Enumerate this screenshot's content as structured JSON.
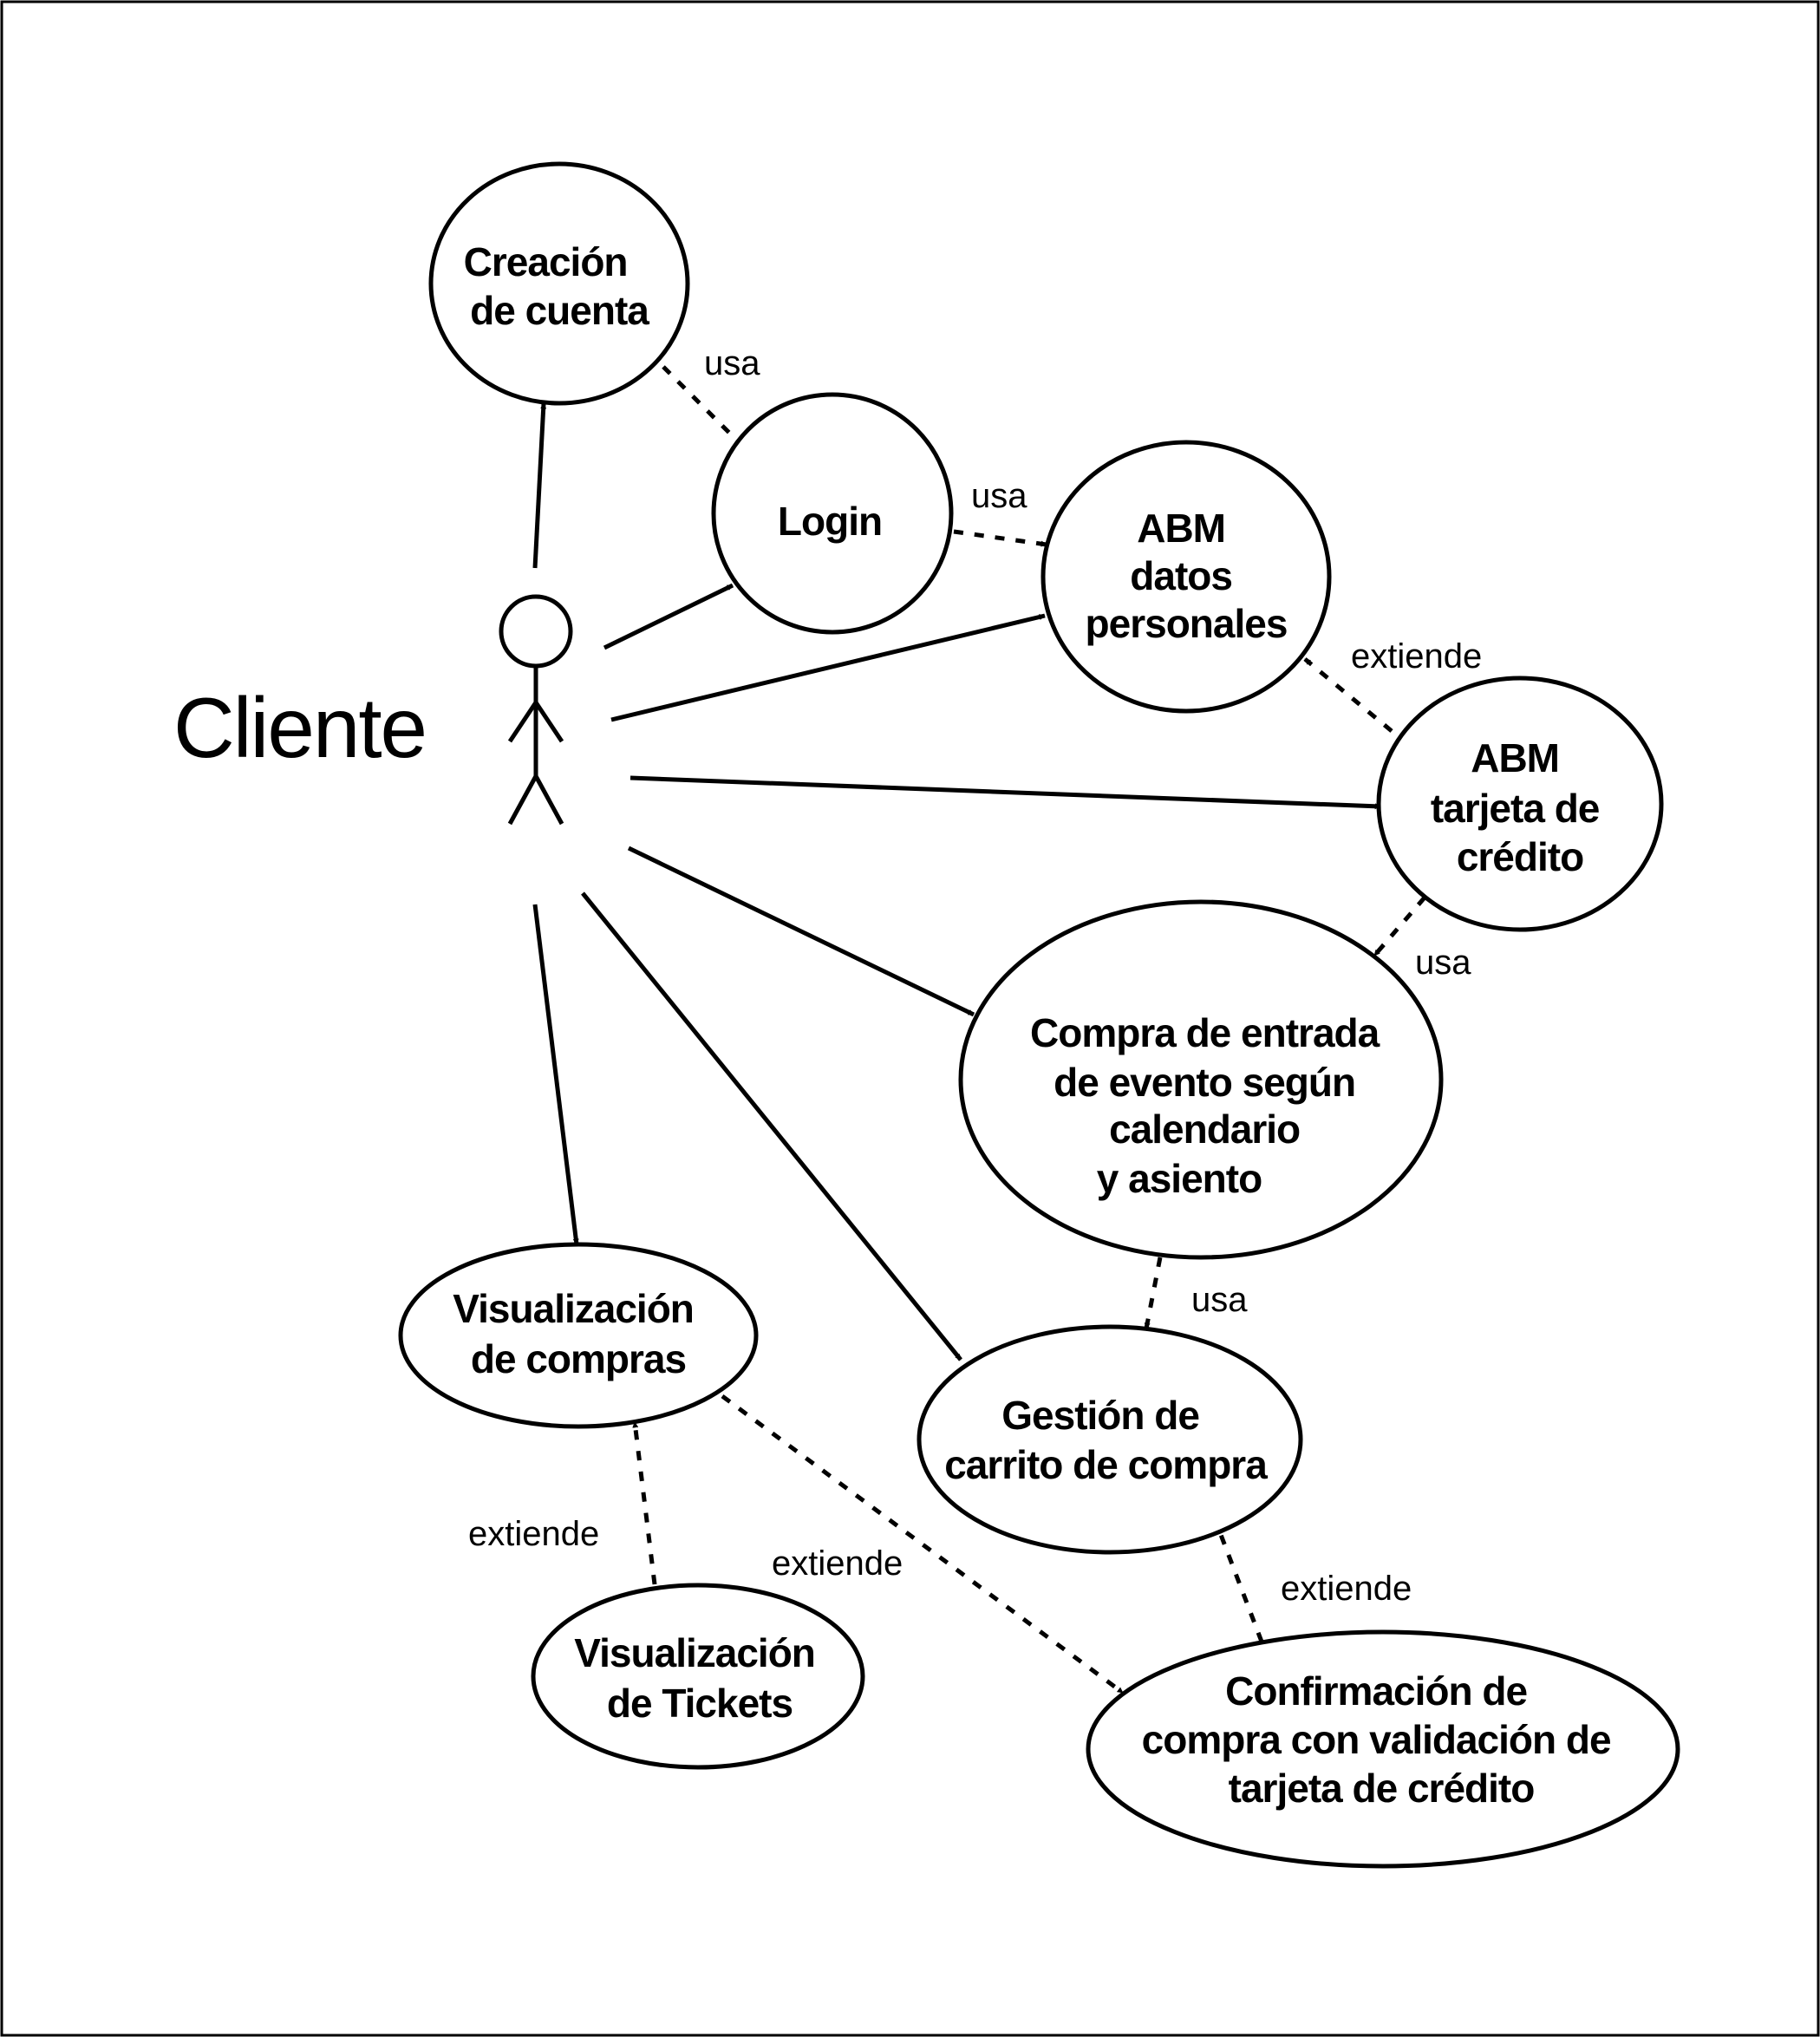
{
  "actor": {
    "name": "Cliente"
  },
  "use_cases": {
    "creacion_cuenta": [
      "Creación",
      "de cuenta"
    ],
    "login": [
      "Login"
    ],
    "abm_datos": [
      "ABM",
      "datos",
      "personales"
    ],
    "abm_tarjeta": [
      "ABM",
      "tarjeta de",
      "crédito"
    ],
    "compra_entrada": [
      "Compra de entrada",
      "de evento según",
      "calendario",
      "y asiento"
    ],
    "visualizacion_compras": [
      "Visualización",
      "de compras"
    ],
    "gestion_carrito": [
      "Gestión de",
      "carrito de compra"
    ],
    "visualizacion_tickets": [
      "Visualización",
      "de Tickets"
    ],
    "confirmacion_compra": [
      "Confirmación de",
      "compra con validación de",
      "tarjeta de crédito"
    ]
  },
  "relations": {
    "creacion_login": "usa",
    "login_abm": "usa",
    "tarjeta_abm": "extiende",
    "tarjeta_compra": "usa",
    "compra_carrito": "usa",
    "tickets_visualizacion": "extiende",
    "visualizacion_confirmacion": "extiende",
    "confirmacion_carrito": "extiende"
  }
}
